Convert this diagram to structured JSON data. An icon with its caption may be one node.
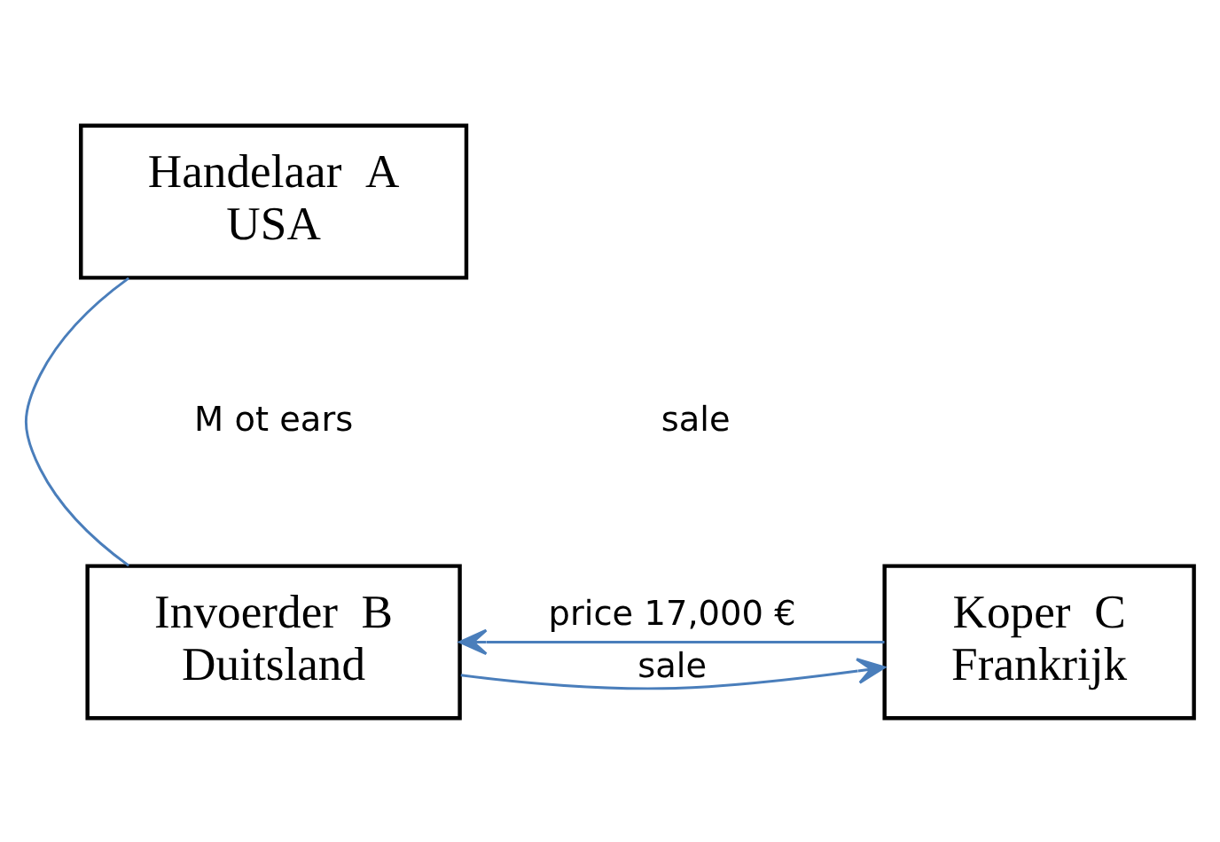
{
  "diagram": {
    "nodes": [
      {
        "text": [
          "Handelaar  A",
          "USA"
        ]
      },
      {
        "text": [
          "Invoerder  B",
          "Duitsland"
        ]
      },
      {
        "text": [
          "Koper  C",
          "Frankrijk"
        ]
      }
    ],
    "edges": [
      {
        "from": 0,
        "to": 1,
        "arrow": "none",
        "color": "#4a7ebb"
      },
      {
        "from": 1,
        "to": 2,
        "arrow": "to",
        "label": "sale",
        "color": "#4a7ebb"
      },
      {
        "from": 2,
        "to": 1,
        "arrow": "to",
        "label": "price 17,000 €",
        "color": "#4a7ebb"
      }
    ],
    "labels": [
      "M ot ears",
      "sale"
    ]
  }
}
